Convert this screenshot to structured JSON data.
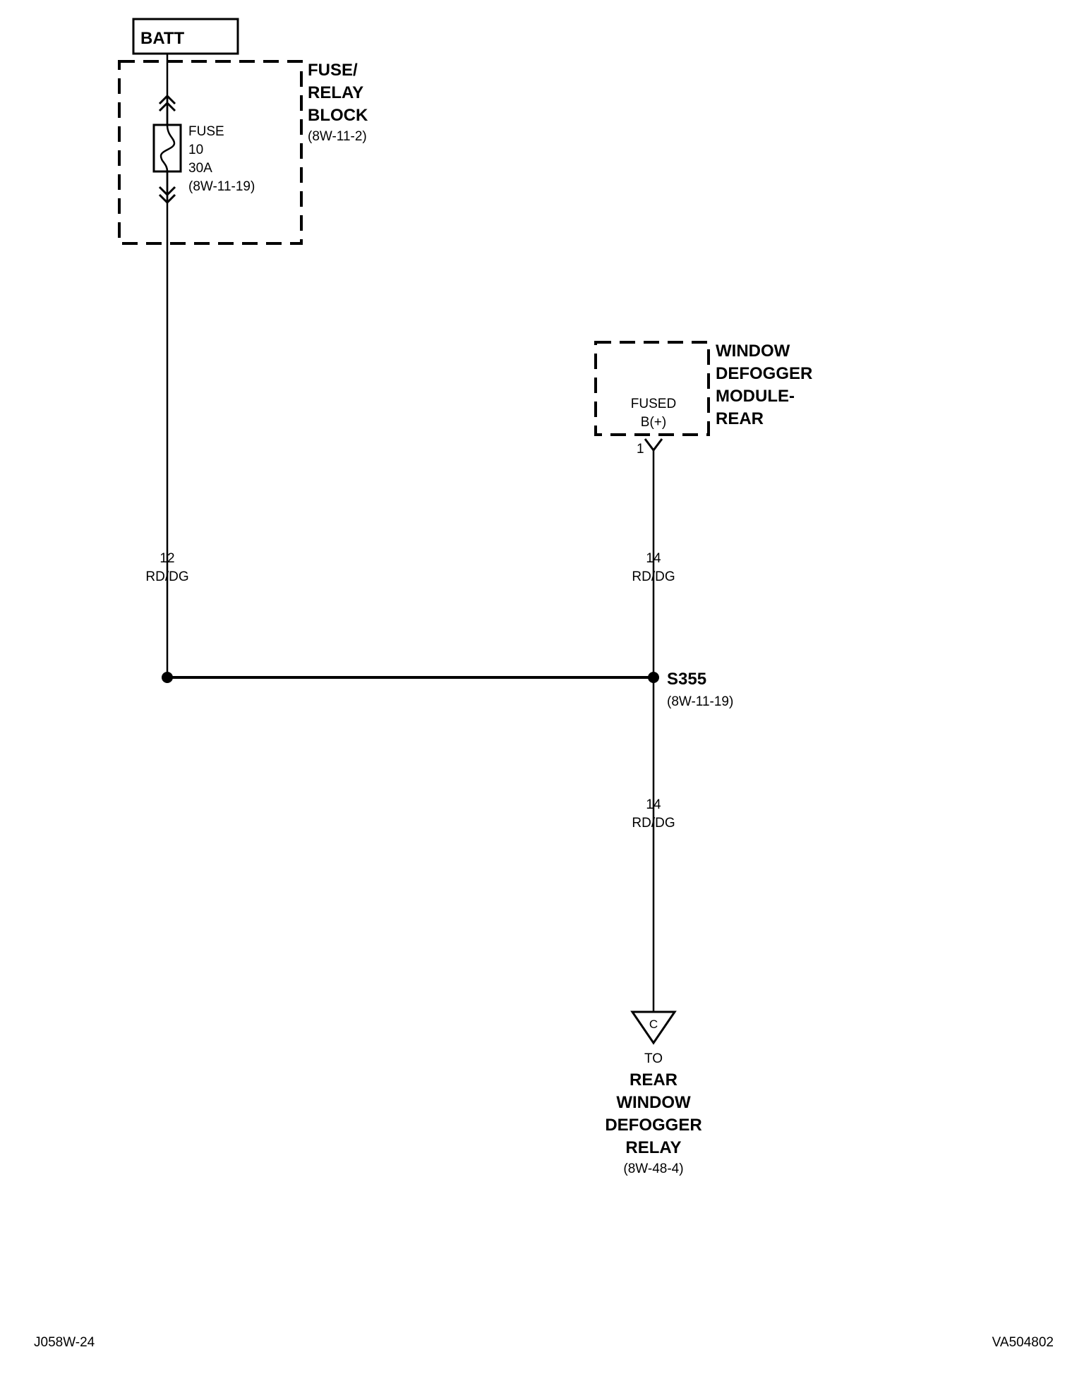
{
  "battery": {
    "label": "BATT"
  },
  "fuse_relay_block": {
    "title_lines": [
      "FUSE/",
      "RELAY",
      "BLOCK"
    ],
    "ref": "(8W-11-2)"
  },
  "fuse": {
    "lines": [
      "FUSE",
      "10",
      "30A",
      "(8W-11-19)"
    ]
  },
  "wire_left": {
    "gauge": "12",
    "color": "RD/DG"
  },
  "module": {
    "title_lines": [
      "WINDOW",
      "DEFOGGER",
      "MODULE-",
      "REAR"
    ],
    "pin_lines": [
      "FUSED",
      "B(+)"
    ],
    "pin_number": "1"
  },
  "wire_top_right": {
    "gauge": "14",
    "color": "RD/DG"
  },
  "splice": {
    "id": "S355",
    "ref": "(8W-11-19)"
  },
  "wire_bottom_right": {
    "gauge": "14",
    "color": "RD/DG"
  },
  "connector": {
    "letter": "C",
    "to_label": "TO",
    "dest_lines": [
      "REAR",
      "WINDOW",
      "DEFOGGER",
      "RELAY"
    ],
    "ref": "(8W-48-4)"
  },
  "footer": {
    "left_code": "J058W-24",
    "right_code": "VA504802"
  }
}
